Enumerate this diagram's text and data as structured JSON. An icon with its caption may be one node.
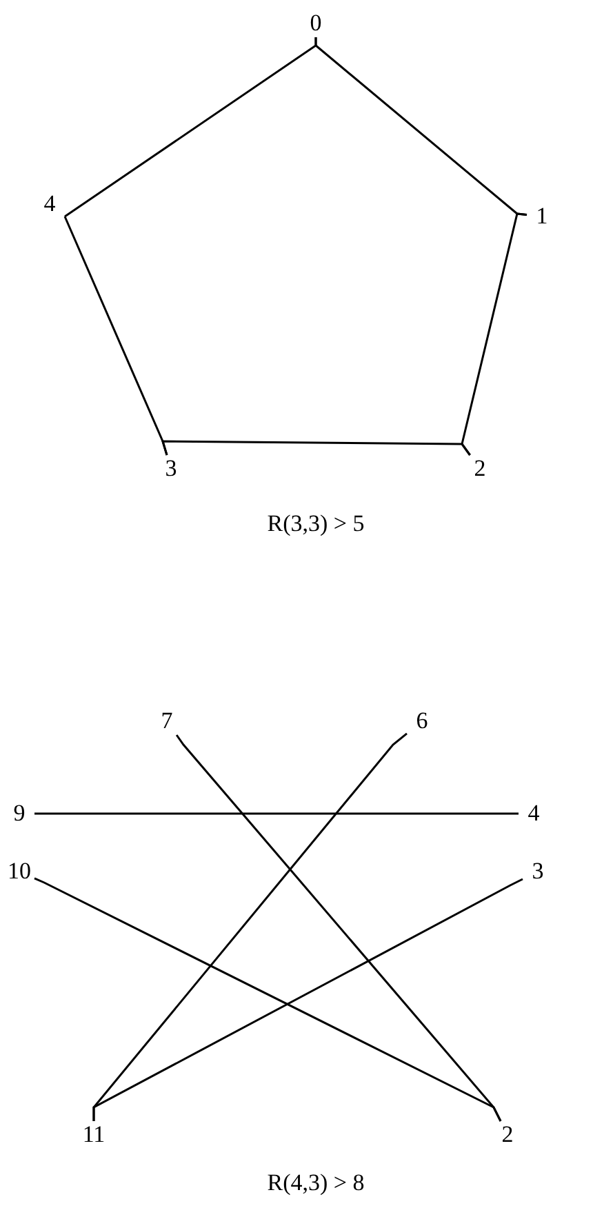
{
  "diagram": {
    "nodes": [
      {
        "text": [
          "0"
        ]
      },
      {
        "text": [
          "1"
        ]
      },
      {
        "text": [
          "2"
        ]
      },
      {
        "text": [
          "3"
        ]
      },
      {
        "text": [
          "4"
        ]
      },
      {
        "text": [
          "7"
        ]
      },
      {
        "text": [
          "6"
        ]
      },
      {
        "text": [
          "9"
        ]
      },
      {
        "text": [
          "4"
        ]
      },
      {
        "text": [
          "10"
        ]
      },
      {
        "text": [
          "3"
        ]
      },
      {
        "text": [
          "11"
        ]
      },
      {
        "text": [
          "2"
        ]
      }
    ],
    "edges": [
      {
        "from": 0,
        "to": 1,
        "arrow": "none"
      },
      {
        "from": 1,
        "to": 2,
        "arrow": "none"
      },
      {
        "from": 2,
        "to": 3,
        "arrow": "none"
      },
      {
        "from": 3,
        "to": 4,
        "arrow": "none"
      },
      {
        "from": 4,
        "to": 0,
        "arrow": "none"
      },
      {
        "from": 5,
        "to": 12,
        "arrow": "none"
      },
      {
        "from": 6,
        "to": 11,
        "arrow": "none"
      },
      {
        "from": 7,
        "to": 8,
        "arrow": "none"
      },
      {
        "from": 9,
        "to": 12,
        "arrow": "none"
      },
      {
        "from": 10,
        "to": 11,
        "arrow": "none"
      }
    ],
    "labels": [
      "R(3,3) > 5",
      "R(4,3) > 8"
    ]
  }
}
